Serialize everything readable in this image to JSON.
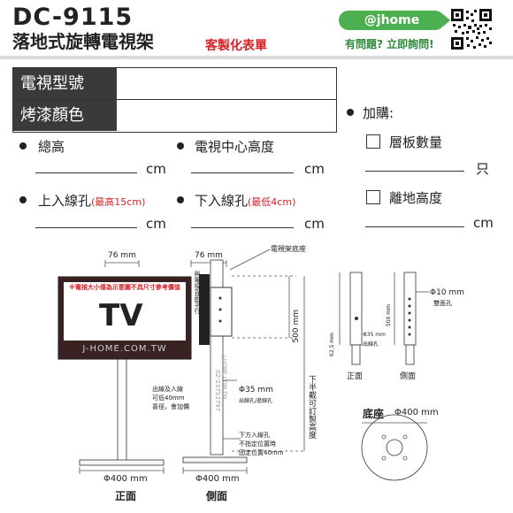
{
  "header": {
    "model": "DC-9115",
    "title": "落地式旋轉電視架",
    "custom_form": "客製化表單",
    "badge": "@jhome",
    "ask": "有問題? 立即詢問!"
  },
  "form": {
    "tv_model_label": "電視型號",
    "paint_color_label": "烤漆顏色"
  },
  "fields": {
    "total_height": "總高",
    "tv_center_height": "電視中心高度",
    "upper_hole": "上入線孔",
    "upper_hole_note": "(最高15cm)",
    "lower_hole": "下入線孔",
    "lower_hole_note": "(最低4cm)",
    "unit_cm": "cm"
  },
  "purchase": {
    "label": "加購:",
    "shelf_qty": "層板數量",
    "shelf_unit": "只",
    "ground_height": "離地高度",
    "unit_cm": "cm"
  },
  "diagram": {
    "front": {
      "width_76": "76 mm",
      "tv_text": "TV",
      "note": "※電視大小僅為示意圖不具尺寸參考價值",
      "brand": "J-HOME.COM.TW",
      "base_dim": "Φ400 mm",
      "caption": "正面"
    },
    "side": {
      "width_76": "76 mm",
      "bracket_label": "電視架底座",
      "cable_label": "與電視背面平行",
      "dim_500": "500 mm",
      "phi35": "Φ35 mm",
      "phi35_note": "出線孔/進線孔",
      "cable_in": "出線及入線\n可低40mm\n喜徑，會加價",
      "lower_hole_note": "下方入線孔\n不指定位置時\n固定位置40mm",
      "vertical_label": "下半截可訂製高度",
      "phone_vertical": "02-23753797",
      "site_vertical": "J-HOME.COM.TW",
      "base_dim": "Φ400 mm",
      "caption": "側面"
    },
    "detail": {
      "phi10": "Φ10 mm",
      "phi10_note": "雙面孔",
      "phi35": "Φ35 mm",
      "phi35_note": "出線孔",
      "dim_62": "62.5 mm",
      "dim_500": "500 mm",
      "front": "正面",
      "side": "側面"
    },
    "base": {
      "label": "底座",
      "dim": "Φ400 mm"
    }
  }
}
